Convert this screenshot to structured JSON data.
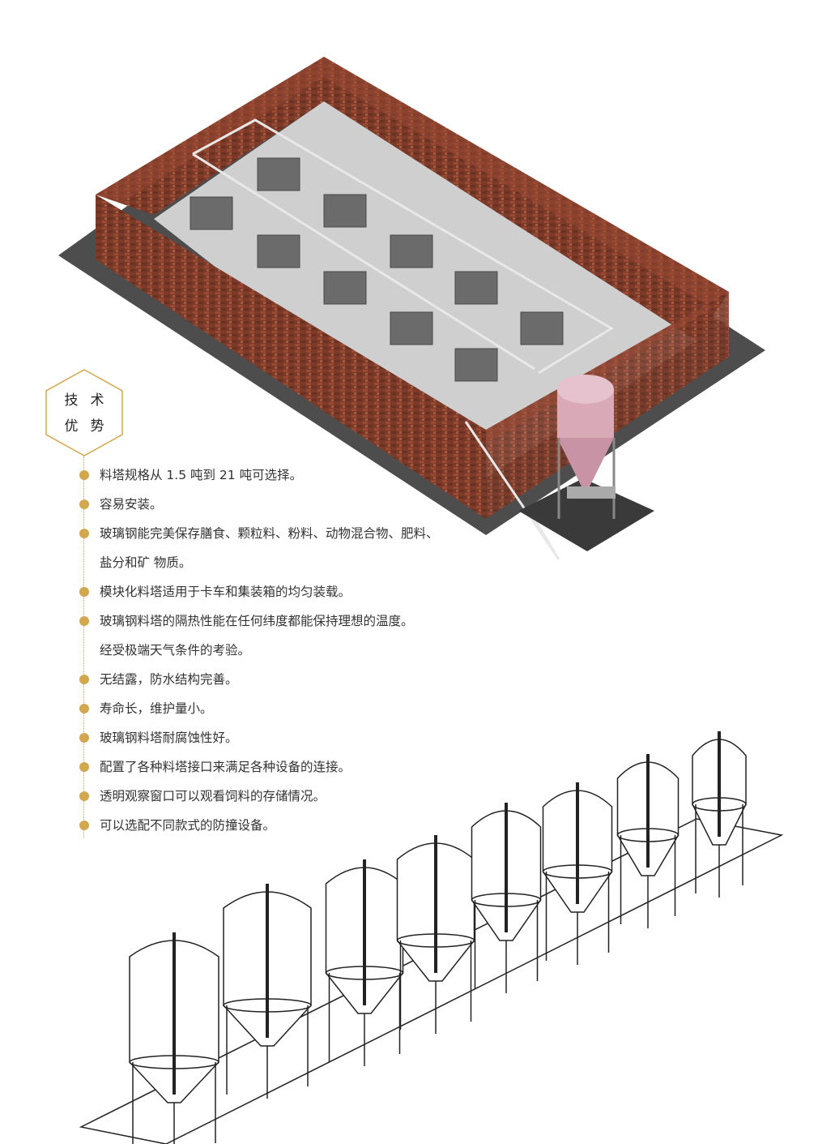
{
  "section_badge": {
    "chars": [
      "技",
      "术",
      "优",
      "势"
    ]
  },
  "advantages": [
    {
      "text": "料塔规格从 1.5 吨到 21 吨可选择。",
      "bullet": true
    },
    {
      "text": "容易安装。",
      "bullet": true
    },
    {
      "text": "玻璃钢能完美保存膳食、颗粒料、粉料、动物混合物、肥料、",
      "bullet": true
    },
    {
      "text": "盐分和矿 物质。",
      "bullet": false
    },
    {
      "text": "模块化料塔适用于卡车和集装箱的均匀装载。",
      "bullet": true
    },
    {
      "text": "玻璃钢料塔的隔热性能在任何纬度都能保持理想的温度。",
      "bullet": true
    },
    {
      "text": "经受极端天气条件的考验。",
      "bullet": false
    },
    {
      "text": "无结露，防水结构完善。",
      "bullet": true
    },
    {
      "text": "寿命长，维护量小。",
      "bullet": true
    },
    {
      "text": "玻璃钢料塔耐腐蚀性好。",
      "bullet": true
    },
    {
      "text": "配置了各种料塔接口来满足各种设备的连接。",
      "bullet": true
    },
    {
      "text": "透明观察窗口可以观看饲料的存储情况。",
      "bullet": true
    },
    {
      "text": "可以选配不同款式的防撞设备。",
      "bullet": true
    }
  ],
  "colors": {
    "accent": "#d2a84f",
    "brick": "#8a3f2c",
    "floor": "#c9c9c9",
    "slab": "#4a4a4a",
    "silo": "#d9a9b8"
  }
}
